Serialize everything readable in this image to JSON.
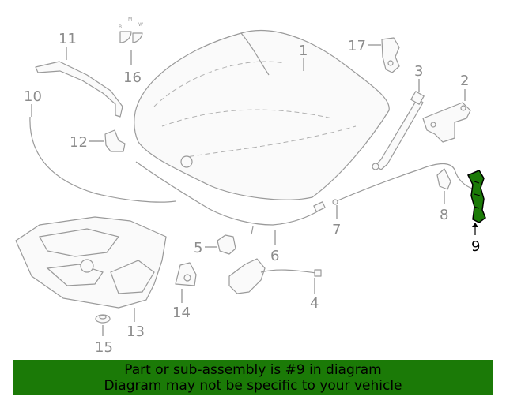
{
  "callouts": {
    "p1": "1",
    "p2": "2",
    "p3": "3",
    "p4": "4",
    "p5": "5",
    "p6": "6",
    "p7": "7",
    "p8": "8",
    "p9": "9",
    "p10": "10",
    "p11": "11",
    "p12": "12",
    "p13": "13",
    "p14": "14",
    "p15": "15",
    "p16": "16",
    "p17": "17"
  },
  "highlight": {
    "part": "9",
    "color": "#1b7a07"
  },
  "banner": {
    "line1": "Part or sub-assembly is #9 in diagram",
    "line2": "Diagram may not be specific to your vehicle",
    "color": "#1b7a07"
  },
  "emblem": {
    "letters": [
      "B",
      "M",
      "W"
    ]
  }
}
